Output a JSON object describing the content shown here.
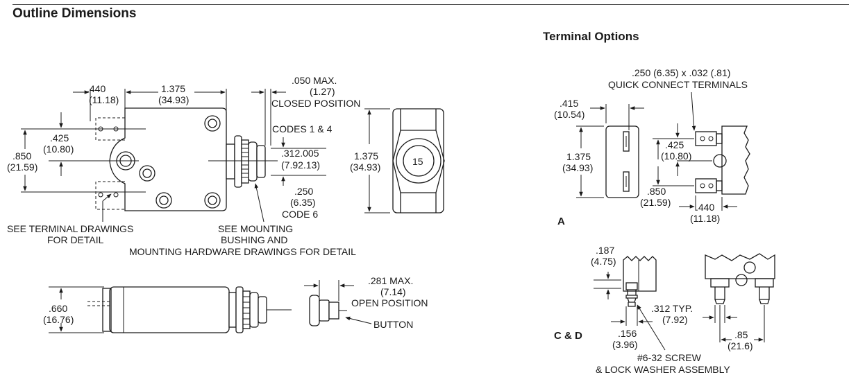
{
  "titles": {
    "outline": "Outline Dimensions",
    "terminal": "Terminal Options"
  },
  "top_view": {
    "dim_440": ".440",
    "dim_440_mm": "(11.18)",
    "dim_1375": "1.375",
    "dim_1375_mm": "(34.93)",
    "dim_050": ".050 MAX.",
    "dim_050_mm": "(1.27)",
    "closed_position": "CLOSED POSITION",
    "codes_1_4": "CODES 1 & 4",
    "dim_312": ".312.005",
    "dim_312_mm": "(7.92.13)",
    "dim_250": ".250",
    "dim_250_mm": "(6.35)",
    "code_6": "CODE 6",
    "dim_425": ".425",
    "dim_425_mm": "(10.80)",
    "dim_850": ".850",
    "dim_850_mm": "(21.59)",
    "note_terminal_1": "SEE TERMINAL DRAWINGS",
    "note_terminal_2": "FOR DETAIL",
    "note_mount_1": "SEE MOUNTING",
    "note_mount_2": "BUSHING AND",
    "note_mount_3": "MOUNTING HARDWARE DRAWINGS FOR DETAIL"
  },
  "end_view": {
    "dim_1375": "1.375",
    "dim_1375_mm": "(34.93)",
    "rating": "15"
  },
  "side_view": {
    "dim_660": ".660",
    "dim_660_mm": "(16.76)",
    "dim_281": ".281 MAX.",
    "dim_281_mm": "(7.14)",
    "open_position": "OPEN POSITION",
    "button": "BUTTON"
  },
  "terminal_a": {
    "qc_1": ".250 (6.35) x .032 (.81)",
    "qc_2": "QUICK CONNECT TERMINALS",
    "dim_415": ".415",
    "dim_415_mm": "(10.54)",
    "dim_1375": "1.375",
    "dim_1375_mm": "(34.93)",
    "dim_425": ".425",
    "dim_425_mm": "(10.80)",
    "dim_850": ".850",
    "dim_850_mm": "(21.59)",
    "dim_440": ".440",
    "dim_440_mm": "(11.18)",
    "label": "A"
  },
  "terminal_cd": {
    "dim_187": ".187",
    "dim_187_mm": "(4.75)",
    "dim_312": ".312 TYP.",
    "dim_312_mm": "(7.92)",
    "dim_156": ".156",
    "dim_156_mm": "(3.96)",
    "dim_85": ".85",
    "dim_85_mm": "(21.6)",
    "screw_1": "#6-32 SCREW",
    "screw_2": "& LOCK WASHER ASSEMBLY",
    "label": "C & D"
  }
}
